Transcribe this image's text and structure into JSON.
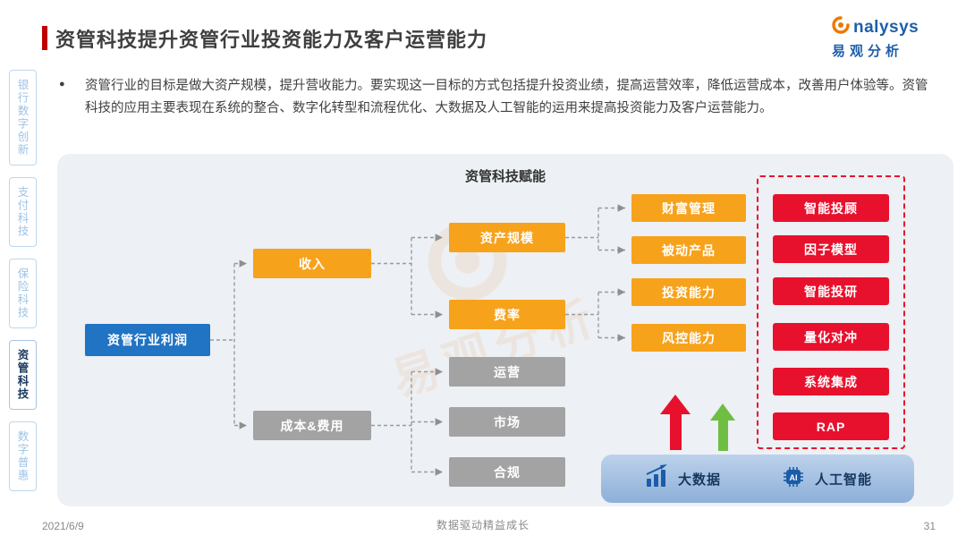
{
  "header": {
    "title": "资管科技提升资管行业投资能力及客户运营能力",
    "bullet_marker": "●",
    "bullet": "资管行业的目标是做大资产规模，提升营收能力。要实现这一目标的方式包括提升投资业绩，提高运营效率，降低运营成本，改善用户体验等。资管科技的应用主要表现在系统的整合、数字化转型和流程优化、大数据及人工智能的运用来提高投资能力及客户运营能力。"
  },
  "logo": {
    "brand": "analysys",
    "brand_display_rest": "nalysys",
    "brand_cn": "易观分析",
    "watermark_text": "易观分析"
  },
  "sidebar": {
    "items": [
      {
        "label": "银行数字创新",
        "active": false
      },
      {
        "label": "支付科技",
        "active": false
      },
      {
        "label": "保险科技",
        "active": false
      },
      {
        "label": "资管科技",
        "active": true
      },
      {
        "label": "数字普惠",
        "active": false
      }
    ]
  },
  "diagram": {
    "title": "资管科技赋能",
    "root": "资管行业利润",
    "income": "收入",
    "cost": "成本&费用",
    "asset_scale": "资产规模",
    "fee_rate": "费率",
    "operations": "运营",
    "market": "市场",
    "compliance": "合规",
    "wealth_mgmt": "财富管理",
    "passive_products": "被动产品",
    "investment_ability": "投资能力",
    "risk_control": "风控能力",
    "tech_items": [
      "智能投顾",
      "因子模型",
      "智能投研",
      "量化对冲",
      "系统集成",
      "RAP"
    ],
    "legend": {
      "big_data": "大数据",
      "ai": "人工智能",
      "ai_chip_text": "AI"
    }
  },
  "footer": {
    "date": "2021/6/9",
    "slogan": "数据驱动精益成长",
    "page": "31"
  },
  "colors": {
    "orange": "#F7A21B",
    "gray": "#A3A3A3",
    "blue": "#2173C4",
    "red": "#E8112D",
    "title_accent_red": "#C00000",
    "navy": "#17375E",
    "brand_blue": "#1F5FA9",
    "green": "#6FBE44",
    "panel_bg": "#EDF0F4"
  }
}
